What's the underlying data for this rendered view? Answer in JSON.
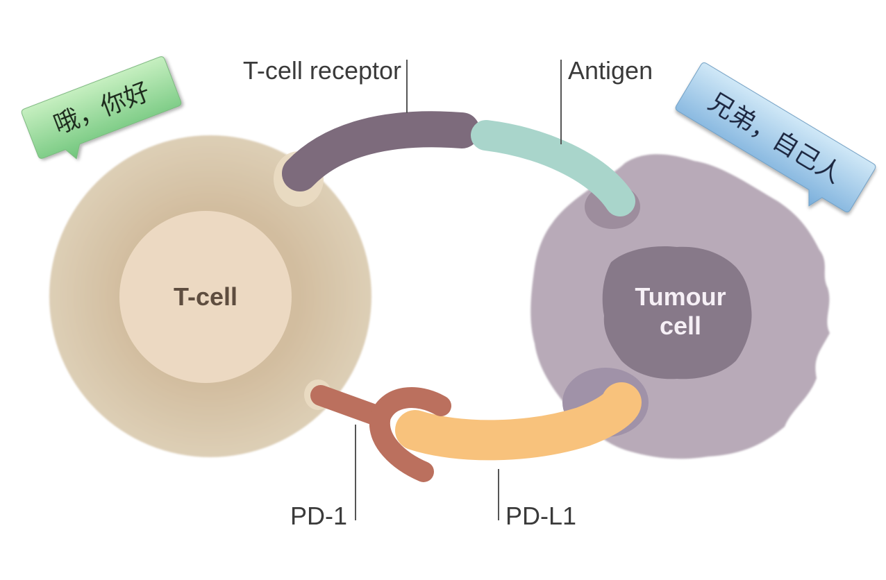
{
  "diagram": {
    "title": "T-cell / Tumour cell PD-1 / PD-L1 interaction",
    "cells": {
      "t_cell": {
        "label": "T-cell",
        "outer_color": "#d6c6ab",
        "inner_color": "#edd9c1",
        "text_color": "#5a4a3c"
      },
      "tumour_cell": {
        "label_line1": "Tumour",
        "label_line2": "cell",
        "outer_color": "#b7a9b7",
        "nucleus_color": "#87798a",
        "text_color": "#f4eef4"
      }
    },
    "molecules": {
      "t_cell_receptor": {
        "label": "T-cell receptor",
        "color": "#7d6b7c"
      },
      "antigen": {
        "label": "Antigen",
        "color": "#a9d5cb"
      },
      "pd1": {
        "label": "PD-1",
        "color": "#bb705e"
      },
      "pdl1": {
        "label": "PD-L1",
        "color": "#f8c27c"
      }
    },
    "bubbles": {
      "left": {
        "text": "哦，你好",
        "color_top": "#b9e8b4",
        "color_bottom": "#6cc77a"
      },
      "right": {
        "text": "兄弟，自己人",
        "color_top": "#c6e2f4",
        "color_bottom": "#7fb4da"
      }
    },
    "colors": {
      "label_line": "#555555",
      "background": "#ffffff"
    }
  }
}
